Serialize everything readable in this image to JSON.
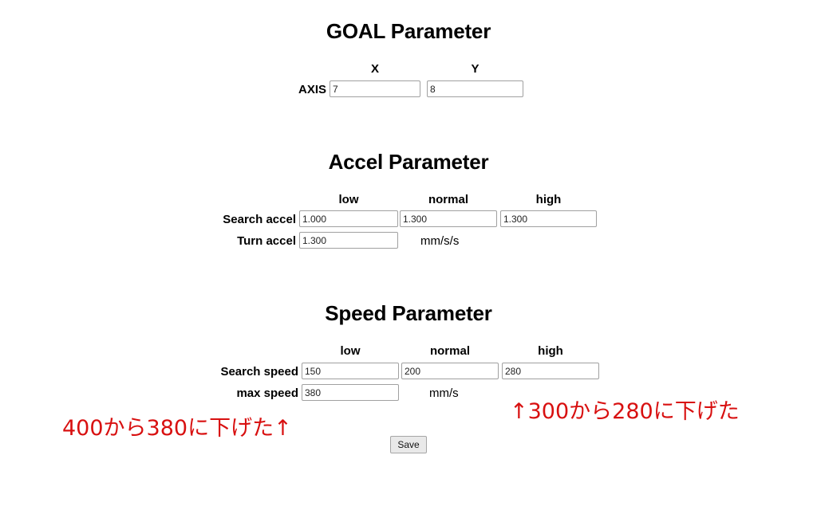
{
  "goal_section": {
    "title": "GOAL Parameter",
    "column_headers": [
      "X",
      "Y"
    ],
    "rows": [
      {
        "label": "AXIS",
        "values": [
          "7",
          "8"
        ]
      }
    ]
  },
  "accel_section": {
    "title": "Accel Parameter",
    "column_headers": [
      "low",
      "normal",
      "high"
    ],
    "rows": [
      {
        "label": "Search accel",
        "values": [
          "1.000",
          "1.300",
          "1.300"
        ]
      },
      {
        "label": "Turn accel",
        "values": [
          "1.300"
        ],
        "unit": "mm/s/s"
      }
    ]
  },
  "speed_section": {
    "title": "Speed Parameter",
    "column_headers": [
      "low",
      "normal",
      "high"
    ],
    "rows": [
      {
        "label": "Search speed",
        "values": [
          "150",
          "200",
          "280"
        ]
      },
      {
        "label": "max speed",
        "values": [
          "380"
        ],
        "unit": "mm/s"
      }
    ]
  },
  "actions": {
    "save_label": "Save"
  },
  "annotations": [
    {
      "text": "400から380に下げた↑"
    },
    {
      "text": "↑300から280に下げた"
    }
  ],
  "colors": {
    "annotation_red": "#d81010",
    "input_border": "#a0a0a0",
    "button_face": "#e9e9e9"
  }
}
